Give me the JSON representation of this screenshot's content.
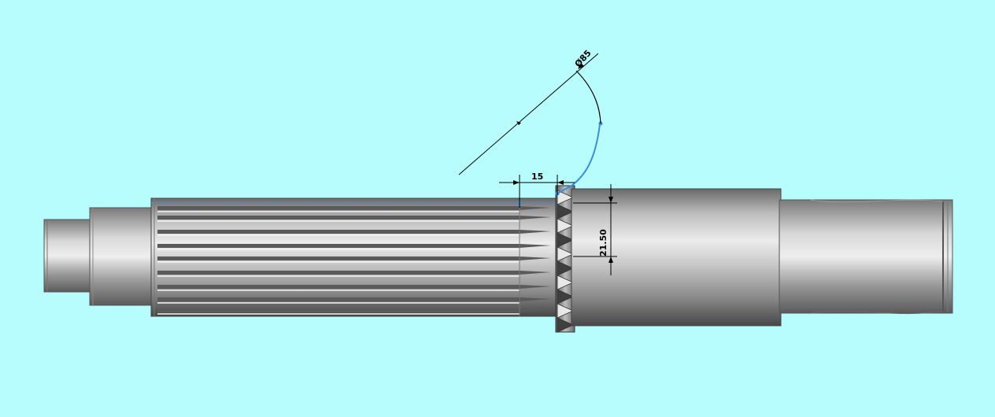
{
  "colors": {
    "background": "#b8fdfd",
    "sketch_blue": "#3a8fdc",
    "dimension": "#000000",
    "steel_dark": "#4d4d4d",
    "steel_light": "#e6e6e6"
  },
  "dimensions": {
    "diameter": "Ø85",
    "length": "15",
    "height": "21.50"
  },
  "icons": {
    "diameter_symbol": "diameter-icon"
  }
}
